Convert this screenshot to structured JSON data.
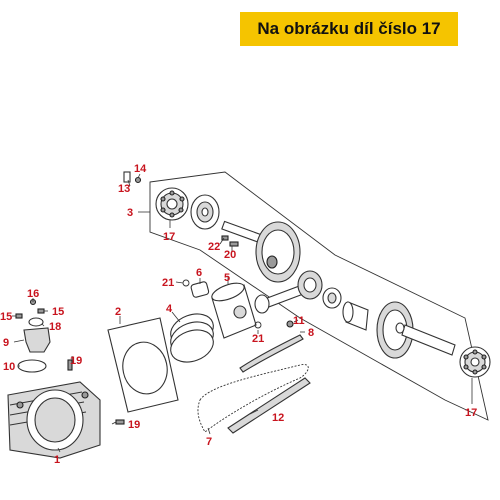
{
  "banner": {
    "text": "Na obrázku díl číslo 17"
  },
  "colors": {
    "banner_bg": "#f5c400",
    "callout": "#c8141e"
  },
  "callouts": [
    "14",
    "13",
    "3",
    "17",
    "22",
    "20",
    "21",
    "6",
    "5",
    "16",
    "15",
    "15",
    "18",
    "9",
    "2",
    "4",
    "11",
    "21",
    "8",
    "19",
    "10",
    "12",
    "7",
    "17",
    "19",
    "1"
  ]
}
